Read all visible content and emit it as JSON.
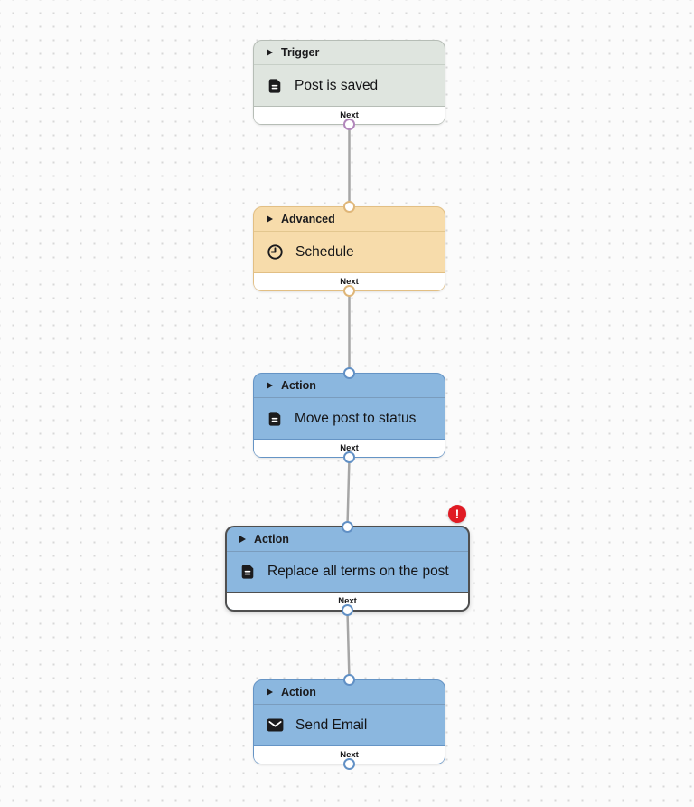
{
  "canvas": {
    "edge_color": "#a6a6a6",
    "background_color": "#fbfbfb",
    "dot_color": "#d8d8d8"
  },
  "nodes": [
    {
      "category": "Trigger",
      "title": "Post is saved",
      "footer_label": "Next",
      "icon": "document-icon",
      "error": false,
      "colors": {
        "fill": "#dfe5df",
        "border": "#b6bdb6",
        "divider": "#c7cfc7",
        "port": "#b287bb"
      }
    },
    {
      "category": "Advanced",
      "title": "Schedule",
      "footer_label": "Next",
      "icon": "clock-icon",
      "error": false,
      "colors": {
        "fill": "#f7dcab",
        "border": "#e2bf84",
        "divider": "#e3c78f",
        "port": "#dfb678"
      }
    },
    {
      "category": "Action",
      "title": "Move post to status",
      "footer_label": "Next",
      "icon": "document-icon",
      "error": false,
      "colors": {
        "fill": "#8bb7df",
        "border": "#6594c5",
        "divider": "#7a9cbd",
        "port": "#6190c5"
      }
    },
    {
      "category": "Action",
      "title": "Replace all terms on the post",
      "footer_label": "Next",
      "icon": "document-icon",
      "error": true,
      "colors": {
        "fill": "#8bb7df",
        "border": "#4f4f4f",
        "divider": "#7a9cbd",
        "port": "#6190c5"
      }
    },
    {
      "category": "Action",
      "title": "Send Email",
      "footer_label": "Next",
      "icon": "envelope-icon",
      "error": false,
      "colors": {
        "fill": "#8bb7df",
        "border": "#6594c5",
        "divider": "#7a9cbd",
        "port": "#6190c5"
      }
    }
  ],
  "error_badge": {
    "symbol": "!",
    "color": "#e01b24"
  }
}
